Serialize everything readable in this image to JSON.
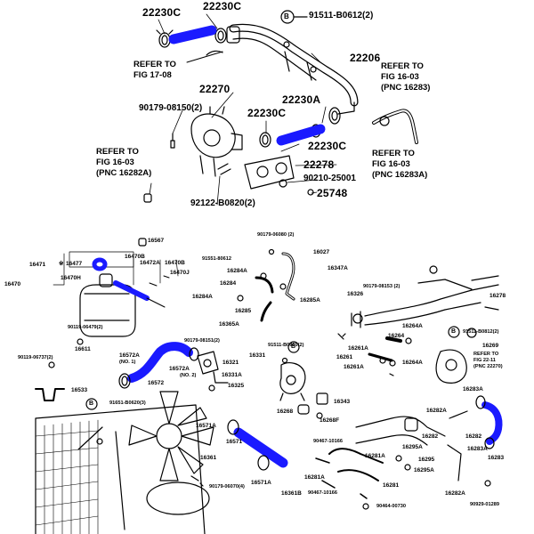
{
  "colors": {
    "ink": "#000000",
    "highlight": "#1a1aff"
  },
  "top_labels": {
    "l1": "22230C",
    "l2": "22230C",
    "l3": "91511-B0612(2)",
    "l4": "22206",
    "l5": "22270",
    "l6": "90179-08150(2)",
    "l7": "22230C",
    "l8": "22230A",
    "l9": "22230C",
    "l10": "22278",
    "l11": "90210-25001",
    "l12": "25748",
    "l13": "92122-B0820(2)",
    "b_mark": "B"
  },
  "top_refs": {
    "r1a": "REFER TO",
    "r1b": "FIG 17-08",
    "r2a": "REFER TO",
    "r2b": "FIG 16-03",
    "r2c": "(PNC 16283)",
    "r3a": "REFER TO",
    "r3b": "FIG 16-03",
    "r3c": "(PNC 16282A)",
    "r4a": "REFER TO",
    "r4b": "FIG 16-03",
    "r4c": "(PNC 16283A)"
  },
  "bottom_labels": {
    "b1": "16567",
    "b2": "16471",
    "b3": "16477",
    "b4": "16470B",
    "b5": "16472A",
    "b6": "16470B",
    "b7": "16470J",
    "b8": "16470H",
    "b9": "16470",
    "b10": "91551-80612",
    "b11": "16284A",
    "b12": "16284",
    "b13": "16284A",
    "b14": "16285",
    "b15": "16285A",
    "b16": "16365A",
    "b17": "90179-06080 (2)",
    "b18": "16027",
    "b19": "16347A",
    "b20": "16326",
    "b21": "90179-08153 (2)",
    "b22": "16278",
    "b23": "16264A",
    "b24": "91511-B0812(2)",
    "b25": "16264",
    "b26": "16261A",
    "b27": "16261",
    "b28": "16261A",
    "b29": "16264A",
    "b30": "16269",
    "b31": "REFER TO",
    "b32": "FIG 22-11",
    "b33": "(PNC 22270)",
    "b34": "90119-06479(2)",
    "b35": "16611",
    "b36": "90119-06737(2)",
    "b37": "16533",
    "b38": "16572A",
    "b39": "(NO. 1)",
    "b40": "16572",
    "b41": "90179-08151(2)",
    "b42": "16321",
    "b43": "16572A",
    "b44": "(NO. 2)",
    "b45": "16331A",
    "b46": "16325",
    "b47": "91511-B0865(2)",
    "b48": "16331",
    "b49": "16343",
    "b50": "16268",
    "b51": "16268F",
    "b52": "16283A",
    "b53": "91651-B0620(3)",
    "b54": "16571A",
    "b55": "16571",
    "b56": "16361",
    "b57": "90467-10166",
    "b58": "16281A",
    "b59": "16295A",
    "b60": "16295",
    "b61": "16295A",
    "b62": "16282A",
    "b63": "16282",
    "b64": "16281",
    "b65": "16282",
    "b66": "16283A",
    "b67": "16283",
    "b68": "16282A",
    "b69": "90929-01289",
    "b70": "16571A",
    "b71": "16281A",
    "b72": "16361B",
    "b73": "90467-10166",
    "b74": "90179-06070(4)",
    "b75": "90464-00730",
    "b_mark1": "B",
    "b_mark2": "B",
    "b_mark3": "B",
    "star": "※"
  }
}
